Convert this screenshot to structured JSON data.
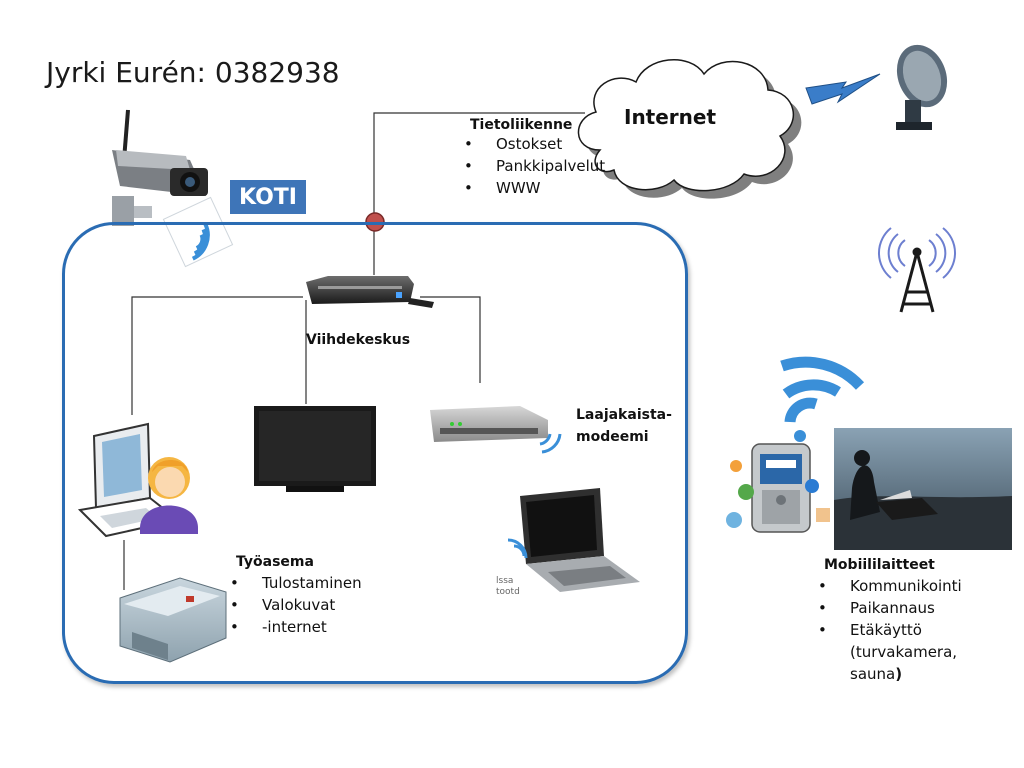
{
  "title": "Jyrki Eurén: 0382938",
  "home_label": "KOTI",
  "internet": {
    "label": "Internet",
    "traffic_title": "Tietoliikenne",
    "traffic_items": [
      "Ostokset",
      "Pankkipalvelut",
      "WWW"
    ]
  },
  "devices": {
    "entertainment_label": "Viihdekeskus",
    "modem_label_line1": "Laajakaista-",
    "modem_label_line2": "modeemi",
    "laptop_tag_line1": "lssa",
    "laptop_tag_line2": "tootd"
  },
  "workstation": {
    "title": "Työasema",
    "items": [
      "Tulostaminen",
      "Valokuvat",
      "-internet"
    ]
  },
  "mobile": {
    "title": "Mobiililaitteet",
    "items": [
      "Kommunikointi",
      "Paikannaus",
      "Etäkäyttö"
    ],
    "continuation_line1": "(turvakamera,",
    "continuation_line2": "sauna",
    "continuation_close": ")"
  },
  "colors": {
    "home_border": "#2a6cb3",
    "koti_bg": "#3e75b8",
    "junction_dot": "#c0504d",
    "wifi_blue": "#3a8fd8"
  },
  "icons": [
    "camera-icon",
    "wifi-badge-icon",
    "cloud-icon",
    "lightning-bolt-icon",
    "satellite-dish-icon",
    "radio-tower-icon",
    "wifi-waves-icon",
    "set-top-box-icon",
    "tv-icon",
    "modem-icon",
    "laptop-icon",
    "computer-icon",
    "user-avatar-icon",
    "printer-icon",
    "mobile-phone-icon",
    "person-with-laptop-photo"
  ]
}
